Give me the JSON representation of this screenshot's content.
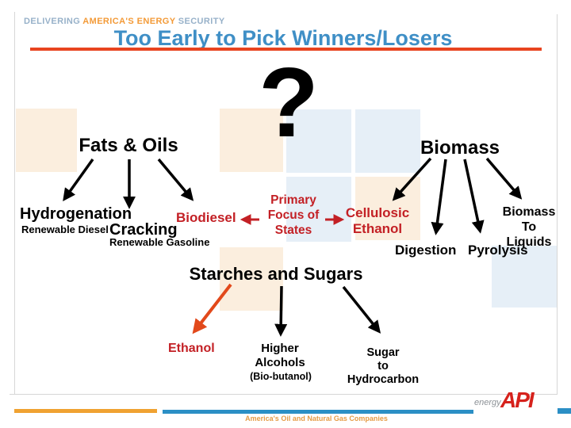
{
  "header": {
    "eyebrow_delivering": "DELIVERING ",
    "eyebrow_energy": "AMERICA'S ENERGY ",
    "eyebrow_security": "SECURITY",
    "title": "Too Early to Pick Winners/Losers"
  },
  "diagram": {
    "question_mark": "?",
    "fats_oils": "Fats & Oils",
    "hydrogenation": "Hydrogenation",
    "renewable_diesel": "Renewable Diesel",
    "cracking": "Cracking",
    "renewable_gasoline": "Renewable Gasoline",
    "biodiesel": "Biodiesel",
    "primary_focus": "Primary\nFocus of\nStates",
    "cellulosic_ethanol": "Cellulosic\nEthanol",
    "biomass": "Biomass",
    "digestion": "Digestion",
    "pyrolysis": "Pyrolysis",
    "biomass_to_liquids": "Biomass\nTo Liquids",
    "starches_and_sugars": "Starches and Sugars",
    "ethanol": "Ethanol",
    "higher_alcohols": "Higher\nAlcohols",
    "bio_butanol": "(Bio-butanol)",
    "sugar_to_hydrocarbon": "Sugar\nto\nHydrocarbon"
  },
  "footer": {
    "tagline": "America's Oil and Natural Gas Companies",
    "logo_energy": "energy",
    "logo_api": "API"
  },
  "colors": {
    "title_blue": "#3f8fc6",
    "accent_red_rule": "#e8441f",
    "label_red": "#c32025",
    "arrow_orange": "#e2491b",
    "eyebrow_blue": "#97b1c9",
    "eyebrow_orange": "#f39a37",
    "footer_bar_orange": "#f0a231",
    "footer_bar_blue": "#2b8fc5",
    "square_peach": "#fbeede",
    "square_blue": "#e6eff7",
    "api_logo_red": "#d6221c"
  }
}
